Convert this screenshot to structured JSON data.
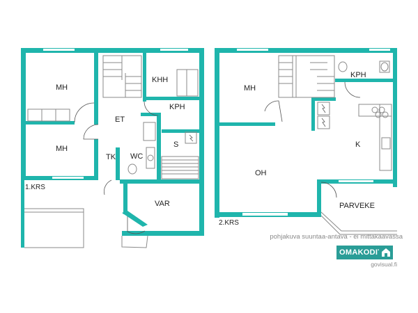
{
  "floors": [
    {
      "label": "1.KRS",
      "rooms": {
        "mh1": "MH",
        "mh2": "MH",
        "et": "ET",
        "khh": "KHH",
        "kph": "KPH",
        "s": "S",
        "tk": "TK",
        "wc": "WC",
        "var": "VAR"
      }
    },
    {
      "label": "2.KRS",
      "rooms": {
        "mh": "MH",
        "kph": "KPH",
        "k": "K",
        "oh": "OH",
        "parveke": "PARVEKE"
      }
    }
  ],
  "note": "pohjakuva suuntaa-antava - ei mittakaavassa",
  "logo": {
    "text": "OMAKODIT"
  },
  "website": "govisual.fi",
  "colors": {
    "wall": "#1fb5ac",
    "logo_bg": "#2a9d97",
    "note_text": "#8a8a8a"
  }
}
